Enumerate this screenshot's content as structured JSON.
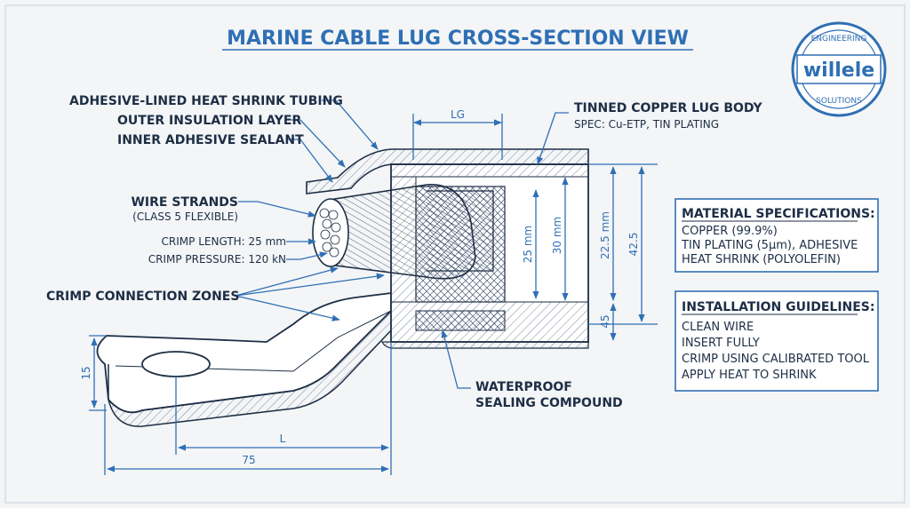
{
  "title": "MARINE CABLE LUG CROSS-SECTION VIEW",
  "logo": {
    "top": "ENGINEERING",
    "brand": "willele",
    "bottom": "SOLUTIONS"
  },
  "callouts": {
    "heat_shrink": "ADHESIVE-LINED HEAT SHRINK TUBING",
    "outer_insulation": "OUTER INSULATION LAYER",
    "inner_sealant": "INNER ADHESIVE SEALANT",
    "wire_strands": "WIRE STRANDS",
    "wire_class": "(CLASS 5 FLEXIBLE)",
    "crimp_length": "CRIMP LENGTH: 25 mm",
    "crimp_pressure": "CRIMP PRESSURE: 120 kN",
    "crimp_zones": "CRIMP CONNECTION ZONES",
    "lug_body": "TINNED COPPER LUG BODY",
    "lug_spec": "SPEC: Cu-ETP, TIN PLATING",
    "waterproof_1": "WATERPROOF",
    "waterproof_2": "SEALING COMPOUND"
  },
  "dimensions": {
    "lg": "LG",
    "d25": "25 mm",
    "d30": "30 mm",
    "d22_5": "22.5 mm",
    "d42_5": "42.5",
    "d45": "45",
    "d15": "15",
    "l": "L",
    "d75": "75"
  },
  "materials": {
    "heading": "MATERIAL SPECIFICATIONS:",
    "lines": [
      "COPPER (99.9%)",
      "TIN PLATING (5μm),  ADHESIVE",
      "HEAT SHRINK (POLYOLEFIN)"
    ]
  },
  "installation": {
    "heading": "INSTALLATION GUIDELINES:",
    "lines": [
      "CLEAN WIRE",
      "INSERT FULLY",
      "CRIMP USING CALIBRATED TOOL",
      "APPLY HEAT TO SHRINK"
    ]
  }
}
